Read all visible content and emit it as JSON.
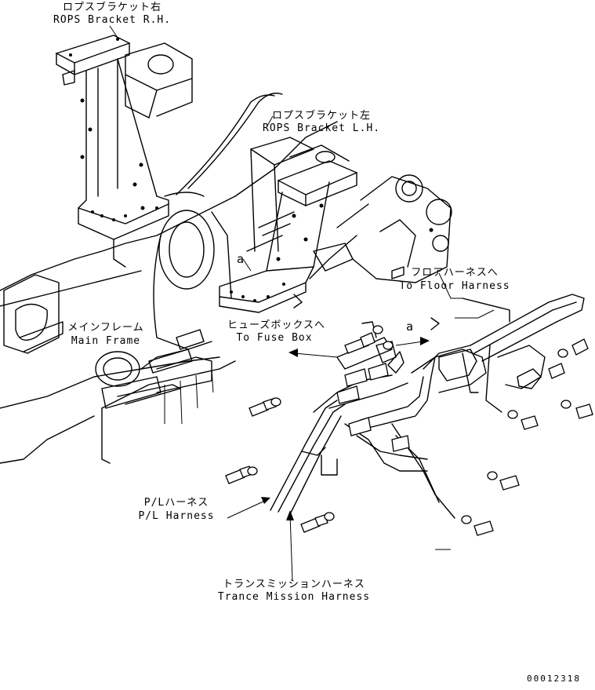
{
  "labels": {
    "rops_rh_jp": "ロプスブラケット右",
    "rops_rh_en": "ROPS Bracket R.H.",
    "rops_lh_jp": "ロプスブラケット左",
    "rops_lh_en": "ROPS Bracket L.H.",
    "main_frame_jp": "メインフレーム",
    "main_frame_en": "Main Frame",
    "fuse_box_jp": "ヒューズボックスへ",
    "fuse_box_en": "To Fuse Box",
    "floor_harness_jp": "フロアハーネスへ",
    "floor_harness_en": "To Floor Harness",
    "pl_harness_jp": "P/Lハーネス",
    "pl_harness_en": "P/L Harness",
    "trans_harness_jp": "トランスミッションハーネス",
    "trans_harness_en": "Trance Mission Harness",
    "ref_a_1": "a",
    "ref_a_2": "a",
    "drawing_number": "00012318"
  }
}
